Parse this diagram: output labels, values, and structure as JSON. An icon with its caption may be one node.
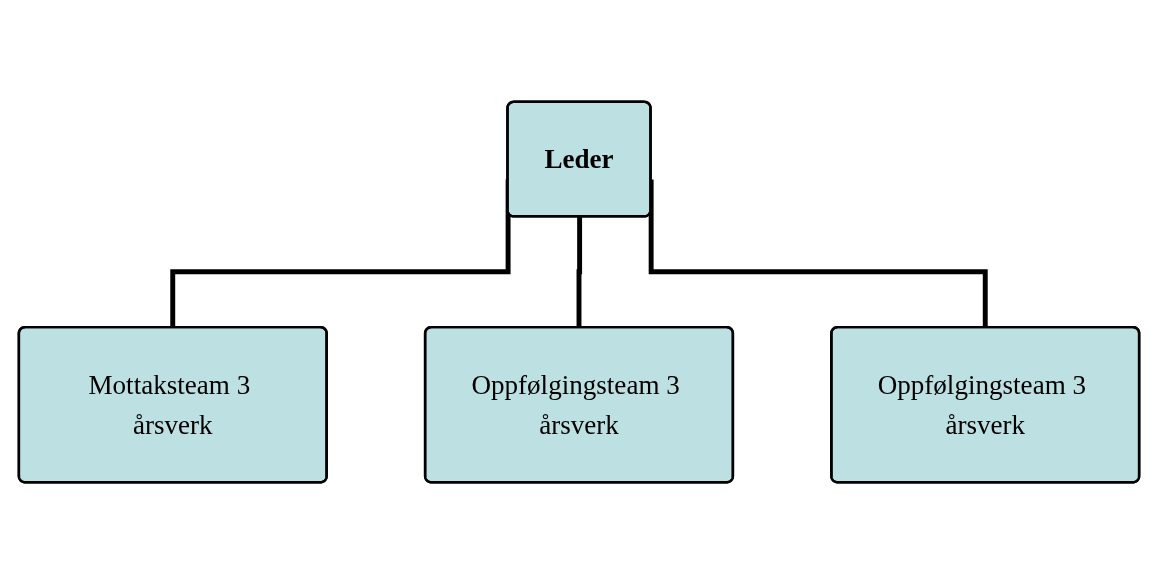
{
  "diagram": {
    "nodes": [
      {
        "text": [
          "Leder"
        ]
      },
      {
        "text": [
          "Mottaksteam 3 årsverk"
        ]
      },
      {
        "text": [
          "Oppfølgingsteam 3 årsverk"
        ]
      },
      {
        "text": [
          "Oppfølgingsteam 3 årsverk"
        ]
      }
    ],
    "edges": [
      {
        "from": 0,
        "to": 1,
        "arrow": "none"
      },
      {
        "from": 0,
        "to": 2,
        "arrow": "none"
      },
      {
        "from": 0,
        "to": 3,
        "arrow": "none"
      }
    ]
  }
}
